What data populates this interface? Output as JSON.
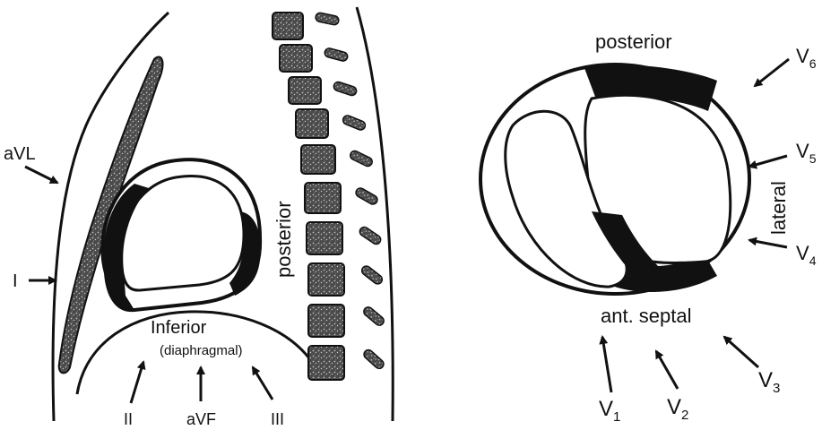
{
  "left_view": {
    "labels": {
      "avl": "aVL",
      "lead_i": "I",
      "inferior": "Inferior",
      "diaphragmal": "(diaphragmal)",
      "lead_ii": "II",
      "avf": "aVF",
      "lead_iii": "III",
      "posterior": "posterior"
    }
  },
  "right_view": {
    "labels": {
      "posterior": "posterior",
      "lateral": "lateral",
      "ant_septal": "ant. septal",
      "v1": "V",
      "v1_sub": "1",
      "v2": "V",
      "v2_sub": "2",
      "v3": "V",
      "v3_sub": "3",
      "v4": "V",
      "v4_sub": "4",
      "v5": "V",
      "v5_sub": "5",
      "v6": "V",
      "v6_sub": "6"
    }
  },
  "colors": {
    "ink": "#111111",
    "background": "#ffffff",
    "bone": "#3a3a3a"
  }
}
